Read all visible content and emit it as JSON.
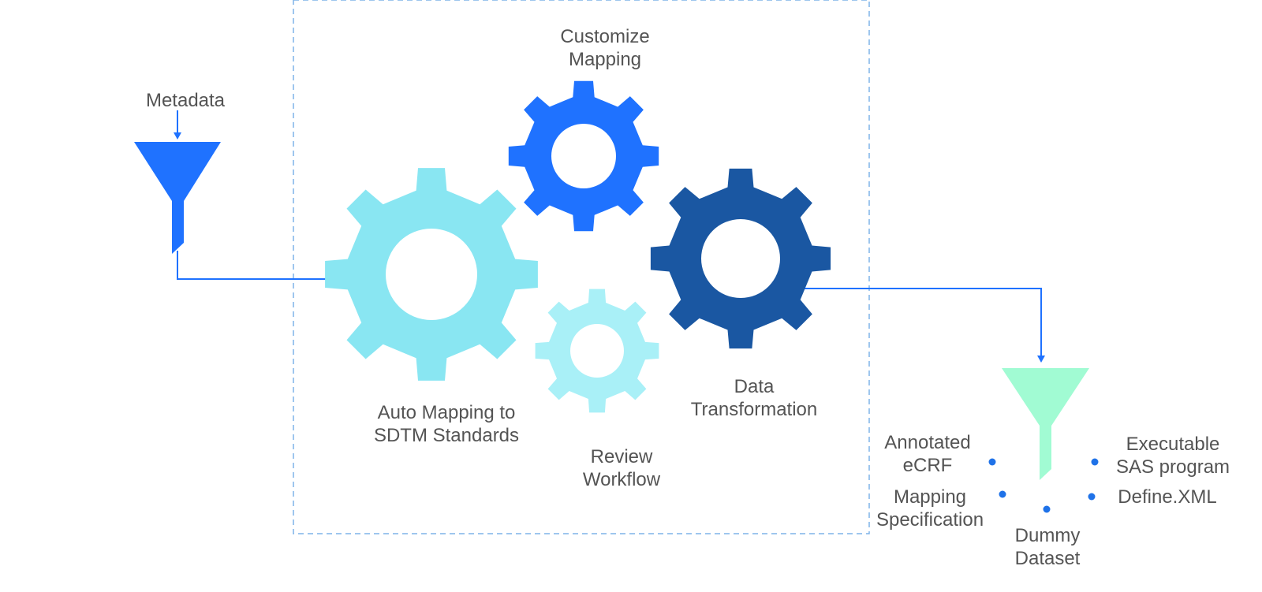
{
  "colors": {
    "accent_blue": "#1f72ff",
    "dark_blue": "#1a57a2",
    "light_cyan": "#89e6f2",
    "pale_cyan": "#a9f0f7",
    "mint": "#a1fbd3",
    "dot_blue": "#1f72e8",
    "dashed_border": "#7fb3e8",
    "text": "#545454"
  },
  "input": {
    "label": "Metadata",
    "icon": "funnel-icon"
  },
  "gears": {
    "customize_mapping": {
      "line1": "Customize",
      "line2": "Mapping",
      "icon": "gear-icon"
    },
    "auto_mapping": {
      "line1": "Auto Mapping to",
      "line2": "SDTM Standards",
      "icon": "gear-icon"
    },
    "review_workflow": {
      "line1": "Review",
      "line2": "Workflow",
      "icon": "gear-icon"
    },
    "data_transformation": {
      "line1": "Data",
      "line2": "Transformation",
      "icon": "gear-icon"
    }
  },
  "outputs": {
    "icon": "funnel-icon",
    "annotated_ecrf": {
      "line1": "Annotated",
      "line2": "eCRF"
    },
    "mapping_specification": {
      "line1": "Mapping",
      "line2": "Specification"
    },
    "dummy_dataset": {
      "line1": "Dummy",
      "line2": "Dataset"
    },
    "executable_sas": {
      "line1": "Executable",
      "line2": "SAS program"
    },
    "define_xml": {
      "line1": "Define.XML"
    }
  }
}
